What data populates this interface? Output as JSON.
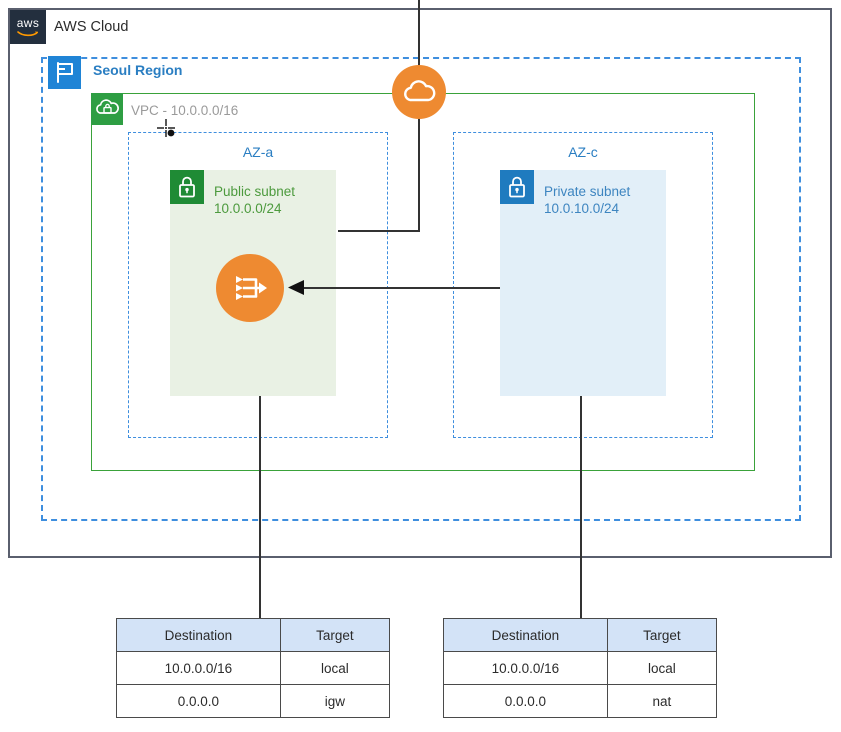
{
  "cloud": {
    "logo_text": "aws",
    "title": "AWS Cloud"
  },
  "region": {
    "title": "Seoul Region",
    "icon": "region-flag-icon"
  },
  "vpc": {
    "title": "VPC - 10.0.0.0/16",
    "icon": "vpc-cloud-lock-icon"
  },
  "availability_zones": [
    {
      "label": "AZ-a",
      "subnet": {
        "name": "Public subnet",
        "cidr": "10.0.0.0/24",
        "icon": "subnet-lock-icon",
        "color": "#4c9a3d",
        "fill": "#e9f1e4"
      }
    },
    {
      "label": "AZ-c",
      "subnet": {
        "name": "Private subnet",
        "cidr": "10.0.10.0/24",
        "icon": "subnet-lock-icon",
        "color": "#3d85c0",
        "fill": "#e2eff8"
      }
    }
  ],
  "gateways": [
    {
      "name": "internet-gateway",
      "icon": "internet-gateway-cloud-icon",
      "color": "#ee8a31"
    },
    {
      "name": "nat-gateway",
      "icon": "nat-gateway-icon",
      "color": "#ee8a31"
    }
  ],
  "route_tables": [
    {
      "name": "public-route-table",
      "headers": [
        "Destination",
        "Target"
      ],
      "rows": [
        [
          "10.0.0.0/16",
          "local"
        ],
        [
          "0.0.0.0",
          "igw"
        ]
      ]
    },
    {
      "name": "private-route-table",
      "headers": [
        "Destination",
        "Target"
      ],
      "rows": [
        [
          "10.0.0.0/16",
          "local"
        ],
        [
          "0.0.0.0",
          "nat"
        ]
      ]
    }
  ],
  "colors": {
    "aws_navy": "#232f3e",
    "region_blue": "#1f84d6",
    "vpc_green": "#2e9e43",
    "orange": "#ee8a31",
    "frame_gray": "#5a5f6e"
  }
}
